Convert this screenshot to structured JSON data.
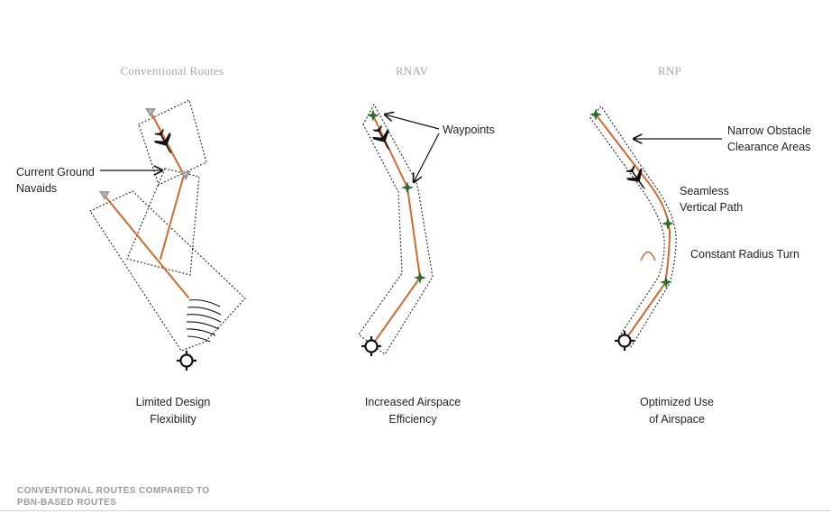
{
  "panels": [
    {
      "title": "Conventional Routes",
      "caption": [
        "Limited Design",
        "Flexibility"
      ],
      "notes": [
        {
          "lines": [
            "Current Ground",
            "Navaids"
          ]
        }
      ]
    },
    {
      "title": "RNAV",
      "caption": [
        "Increased Airspace",
        "Efficiency"
      ],
      "notes": [
        {
          "lines": [
            "Waypoints"
          ]
        }
      ]
    },
    {
      "title": "RNP",
      "caption": [
        "Optimized Use",
        "of Airspace"
      ],
      "notes": [
        {
          "lines": [
            "Narrow Obstacle",
            "Clearance Areas"
          ]
        },
        {
          "lines": [
            "Seamless",
            "Vertical Path"
          ]
        },
        {
          "lines": [
            "Constant Radius Turn"
          ]
        }
      ]
    }
  ],
  "footer": [
    "CONVENTIONAL ROUTES COMPARED TO",
    "PBN-BASED ROUTES"
  ],
  "colors": {
    "route": "#d3692b",
    "waypoint": "#2e6b2e",
    "navaid": "#9a9a9a",
    "title": "#a8a8a8"
  },
  "icons": [
    "airplane-icon",
    "airport-icon",
    "waypoint-star-icon",
    "navaid-icon",
    "turn-arc-icon"
  ]
}
